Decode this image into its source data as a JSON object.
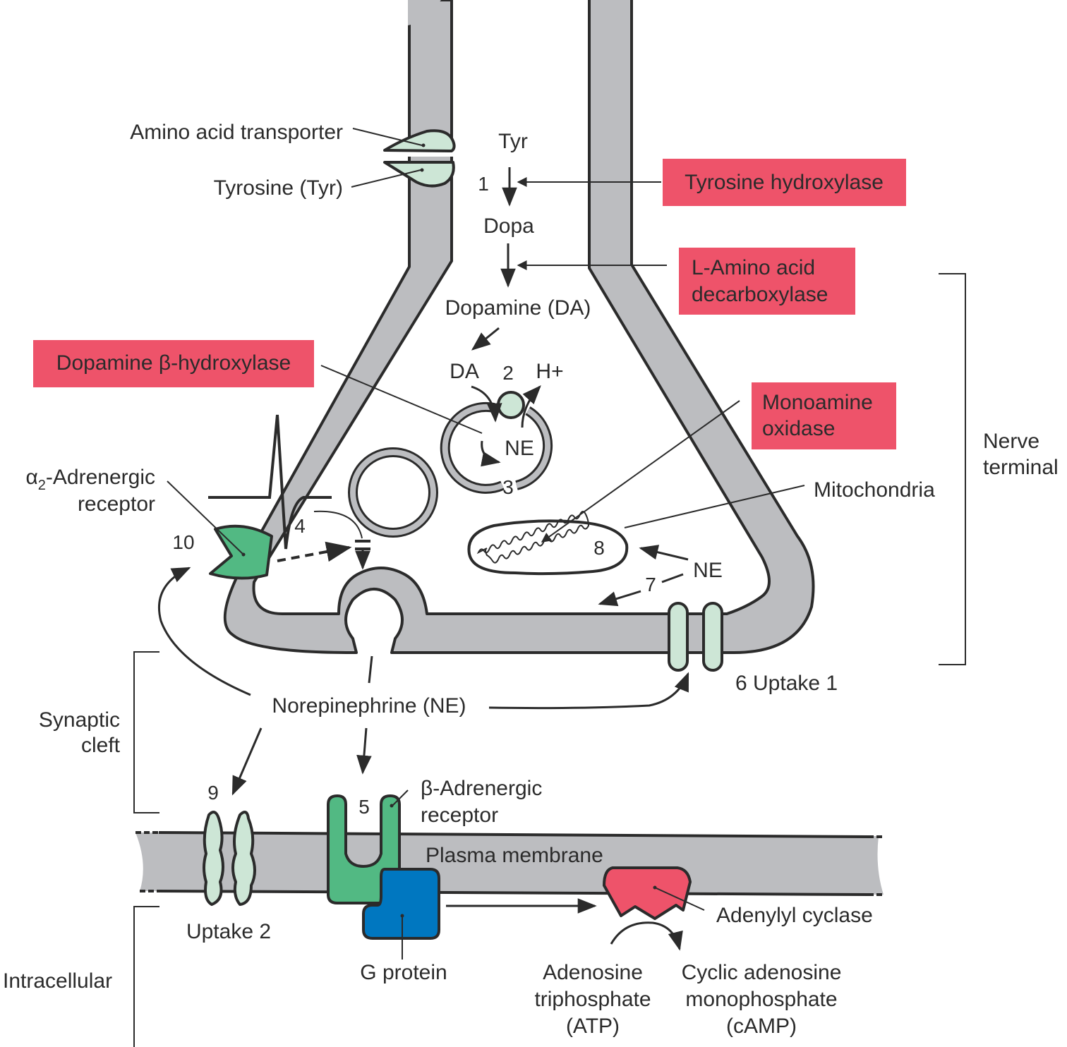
{
  "diagram": {
    "title": "Norepinephrine synthesis, release, and reuptake at the adrenergic nerve terminal",
    "colors": {
      "enzyme_box": "#ee536a",
      "membrane": "#bcbdc0",
      "transporter": "#cde6d6",
      "receptor": "#52b983",
      "g_protein": "#0077c0",
      "adenylyl_cyclase": "#ee536a",
      "outline": "#2b2b2b"
    },
    "enzymes": {
      "tyrosine_hydroxylase": "Tyrosine hydroxylase",
      "aadc_line1": "L-Amino acid",
      "aadc_line2": "decarboxylase",
      "dbh": "Dopamine β-hydroxylase",
      "mao_line1": "Monoamine",
      "mao_line2": "oxidase"
    },
    "pathway": {
      "tyr": "Tyr",
      "step1": "1",
      "dopa": "Dopa",
      "dopamine": "Dopamine (DA)",
      "da": "DA",
      "step2": "2",
      "h_plus": "H+",
      "ne_vesicle": "NE",
      "step3": "3",
      "step4": "4",
      "step7": "7",
      "ne_cyto": "NE",
      "step8": "8",
      "step10": "10",
      "step9": "9",
      "step5": "5"
    },
    "labels": {
      "amino_acid_transporter": "Amino acid transporter",
      "tyrosine": "Tyrosine (Tyr)",
      "alpha2_prefix": "α",
      "alpha2_sub": "2",
      "alpha2_rest": "-Adrenergic",
      "alpha2_line2": "receptor",
      "mitochondria": "Mitochondria",
      "nerve_terminal_line1": "Nerve",
      "nerve_terminal_line2": "terminal",
      "uptake1": "6 Uptake 1",
      "norepinephrine": "Norepinephrine (NE)",
      "synaptic_line1": "Synaptic",
      "synaptic_line2": "cleft",
      "beta_line1": "β-Adrenergic",
      "beta_line2": "receptor",
      "plasma_membrane": "Plasma membrane",
      "uptake2": "Uptake 2",
      "adenylyl_cyclase": "Adenylyl cyclase",
      "g_protein": "G protein",
      "intracellular": "Intracellular",
      "atp_line1": "Adenosine",
      "atp_line2": "triphosphate",
      "atp_line3": "(ATP)",
      "camp_line1": "Cyclic adenosine",
      "camp_line2": "monophosphate",
      "camp_line3": "(cAMP)"
    }
  }
}
